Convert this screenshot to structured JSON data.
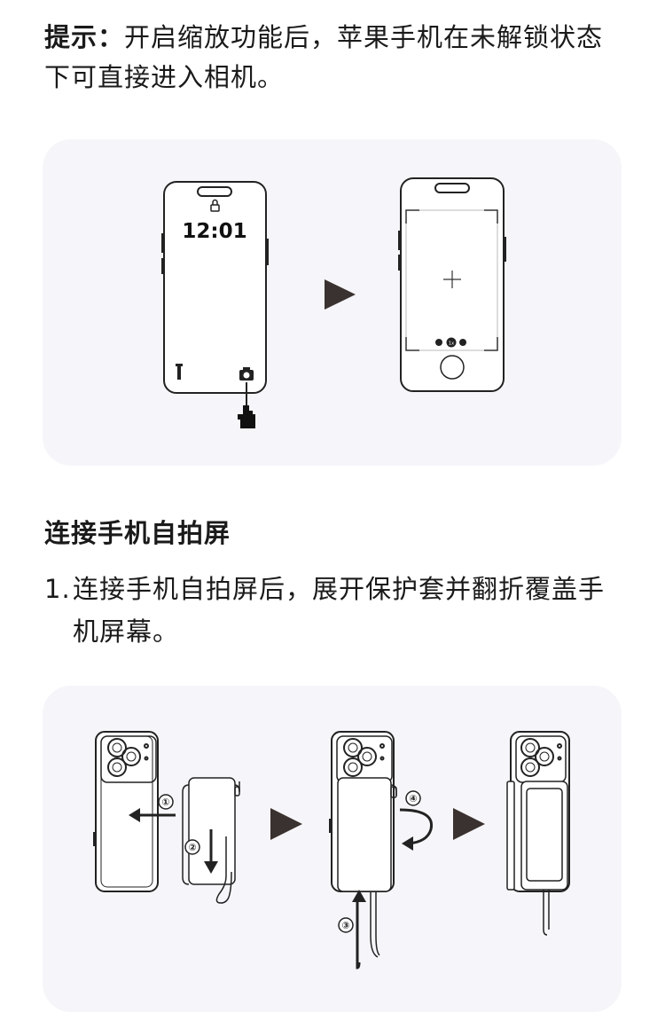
{
  "tip": {
    "label": "提示：",
    "text": "开启缩放功能后，苹果手机在未解锁状态下可直接进入相机。"
  },
  "lockscreen": {
    "time": "12:01",
    "zoom_label": "1x"
  },
  "section": {
    "title": "连接手机自拍屏"
  },
  "steps": [
    {
      "num": "1.",
      "text": "连接手机自拍屏后，展开保护套并翻折覆盖手机屏幕。"
    }
  ],
  "diagram_markers": [
    "①",
    "②",
    "③",
    "④"
  ],
  "colors": {
    "panel_bg": "#f6f6fa",
    "arrow": "#3a3230",
    "line": "#222222"
  }
}
